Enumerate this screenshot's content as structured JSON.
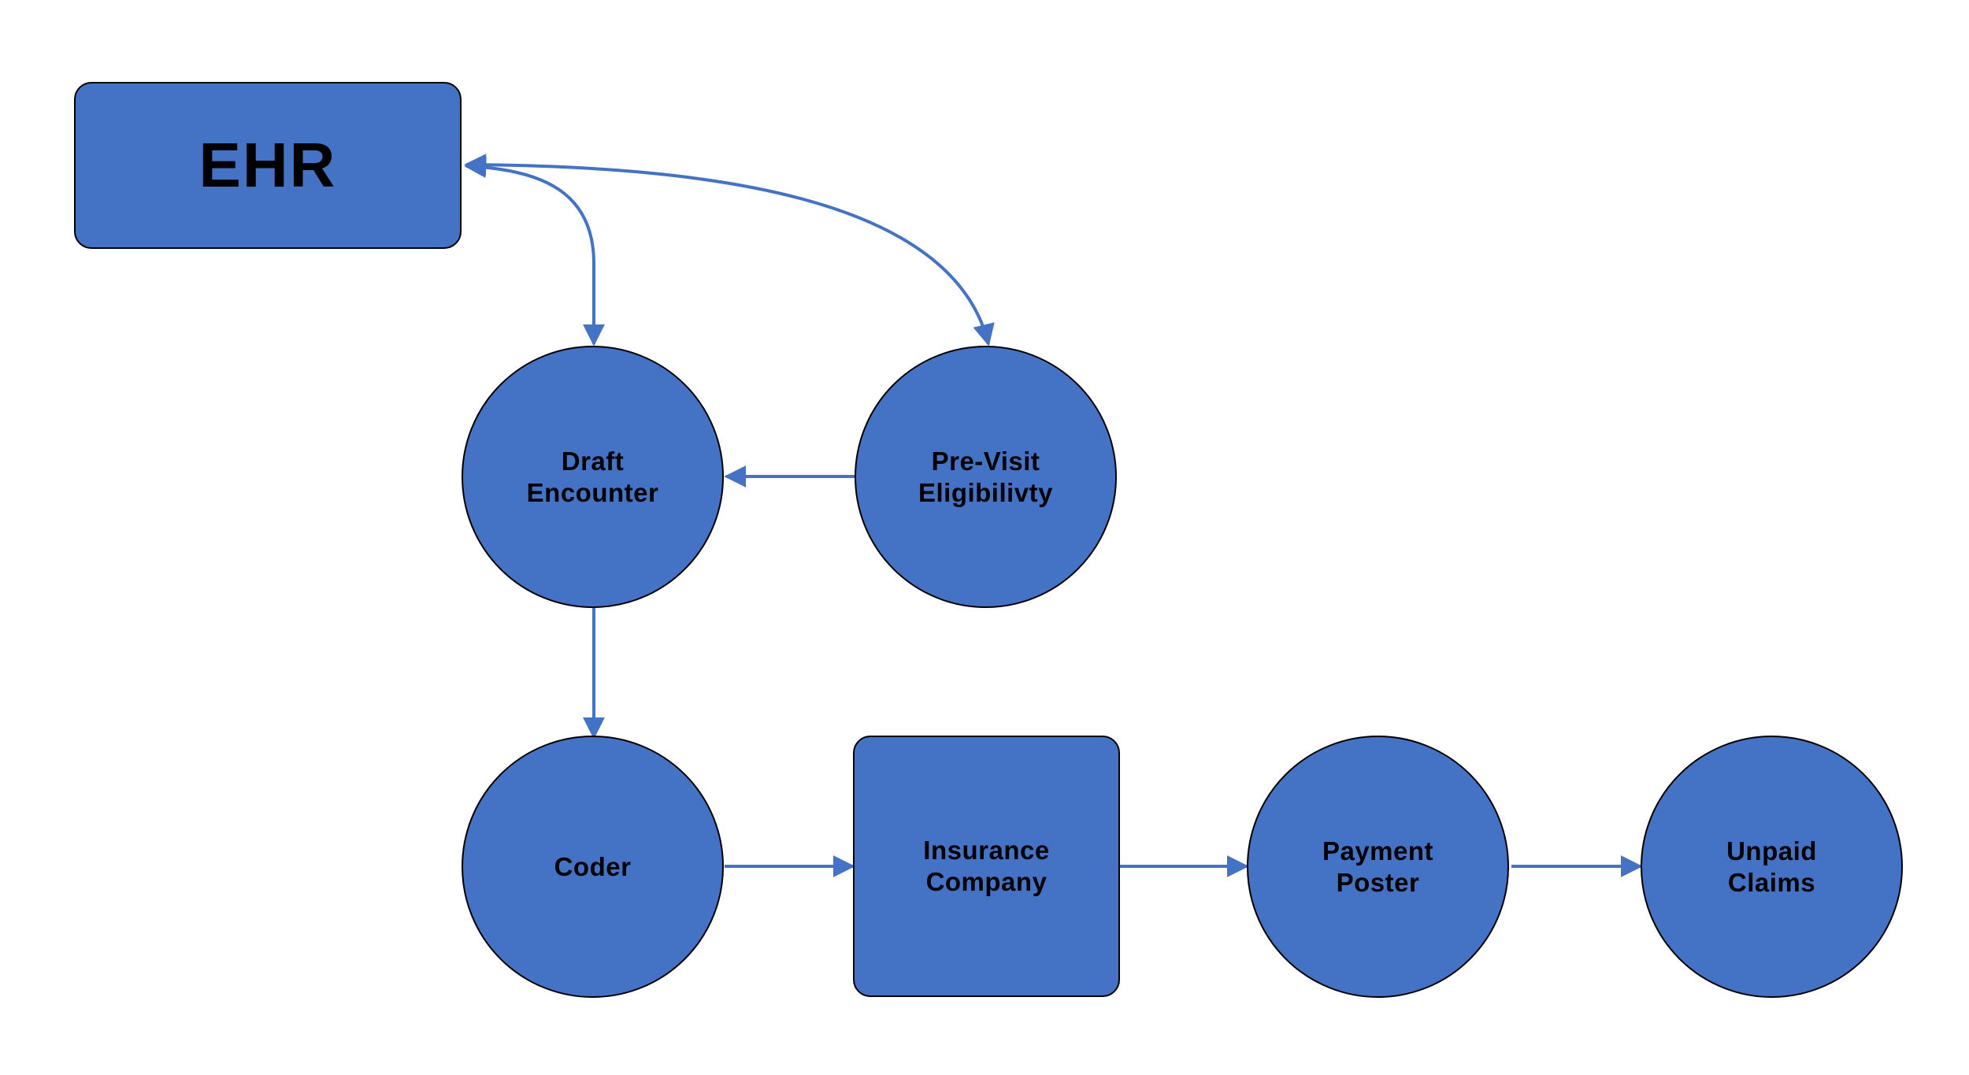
{
  "colors": {
    "node_fill": "#4472C4",
    "node_border": "#000000",
    "arrow": "#4472C4",
    "text": "#000000",
    "background": "#FFFFFF"
  },
  "nodes": {
    "ehr": {
      "shape": "rounded-rectangle",
      "lines": [
        "EHR"
      ]
    },
    "draft_encounter": {
      "shape": "circle",
      "lines": [
        "Draft",
        "Encounter"
      ]
    },
    "pre_visit_eligibility": {
      "shape": "circle",
      "lines": [
        "Pre-Visit",
        "Eligibilivty"
      ]
    },
    "coder": {
      "shape": "circle",
      "lines": [
        "Coder"
      ]
    },
    "insurance_company": {
      "shape": "rounded-square",
      "lines": [
        "Insurance",
        "Company"
      ]
    },
    "payment_poster": {
      "shape": "circle",
      "lines": [
        "Payment",
        "Poster"
      ]
    },
    "unpaid_claims": {
      "shape": "circle",
      "lines": [
        "Unpaid",
        "Claims"
      ]
    }
  },
  "edges": [
    {
      "from": "ehr",
      "to": "draft_encounter",
      "bidirectional": true
    },
    {
      "from": "ehr",
      "to": "pre_visit_eligibility",
      "bidirectional": true
    },
    {
      "from": "pre_visit_eligibility",
      "to": "draft_encounter",
      "bidirectional": false
    },
    {
      "from": "draft_encounter",
      "to": "coder",
      "bidirectional": false
    },
    {
      "from": "coder",
      "to": "insurance_company",
      "bidirectional": false
    },
    {
      "from": "insurance_company",
      "to": "payment_poster",
      "bidirectional": false
    },
    {
      "from": "payment_poster",
      "to": "unpaid_claims",
      "bidirectional": false
    }
  ]
}
